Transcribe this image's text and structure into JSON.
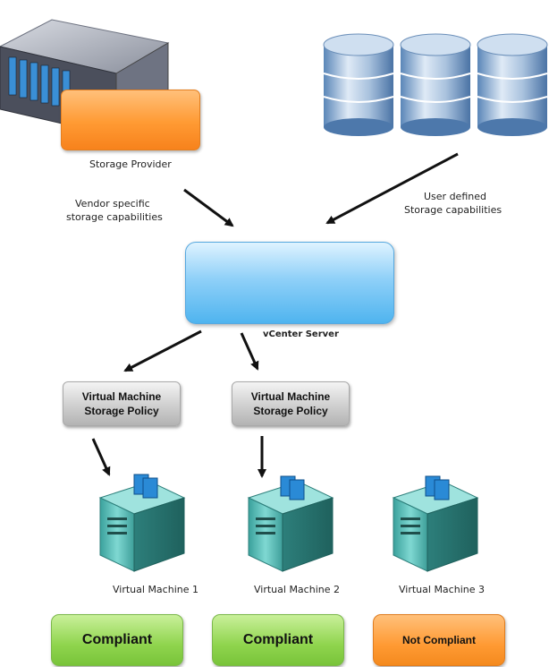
{
  "diagram": {
    "storage_provider": {
      "label": "Storage Provider",
      "icon": "storage-array-icon"
    },
    "vendor_capabilities": {
      "line1": "Vendor specific",
      "line2": "storage capabilities"
    },
    "user_capabilities": {
      "line1": "User defined",
      "line2": "Storage capabilities"
    },
    "datastores": {
      "icon": "database-cylinder-icon",
      "count": 3
    },
    "vcenter": {
      "label": "vCenter Server"
    },
    "policies": [
      {
        "line1": "Virtual Machine",
        "line2": "Storage Policy"
      },
      {
        "line1": "Virtual Machine",
        "line2": "Storage Policy"
      }
    ],
    "vms": [
      {
        "label": "Virtual Machine 1",
        "status": "Compliant"
      },
      {
        "label": "Virtual Machine 2",
        "status": "Compliant"
      },
      {
        "label": "Virtual Machine 3",
        "status": "Not Compliant"
      }
    ],
    "colors": {
      "orange": "#ff9a33",
      "green": "#8fd44d",
      "blue": "#4fb4ef",
      "gray": "#cfcfcf",
      "teal": "#5fc4c0"
    }
  }
}
